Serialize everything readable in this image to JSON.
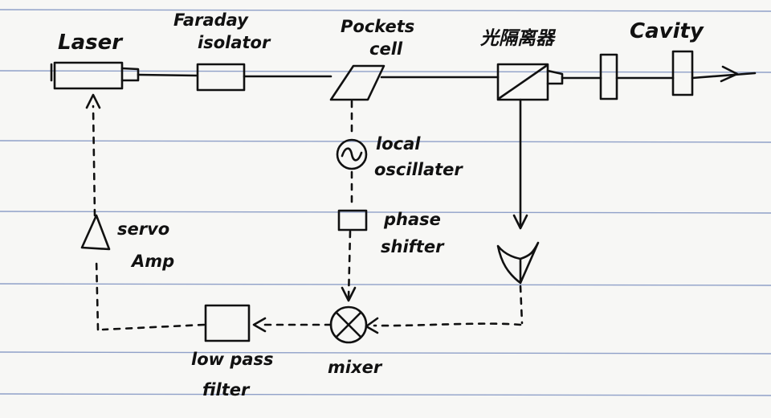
{
  "labels": {
    "laser": "Laser",
    "faraday_line1": "Faraday",
    "faraday_line2": "isolator",
    "pockels_line1": "Pockets",
    "pockels_line2": "cell",
    "beamsplitter": "光隔离器",
    "cavity": "Cavity",
    "oscillator_line1": "local",
    "oscillator_line2": "oscillater",
    "phase_line1": "phase",
    "phase_line2": "shifter",
    "servo_line1": "servo",
    "servo_line2": "Amp",
    "mixer": "mixer",
    "lpf_line1": "low pass",
    "lpf_line2": "filter"
  },
  "colors": {
    "paper": "#f7f7f5",
    "ruled_line": "#8fa0c8",
    "ink": "#111111"
  }
}
